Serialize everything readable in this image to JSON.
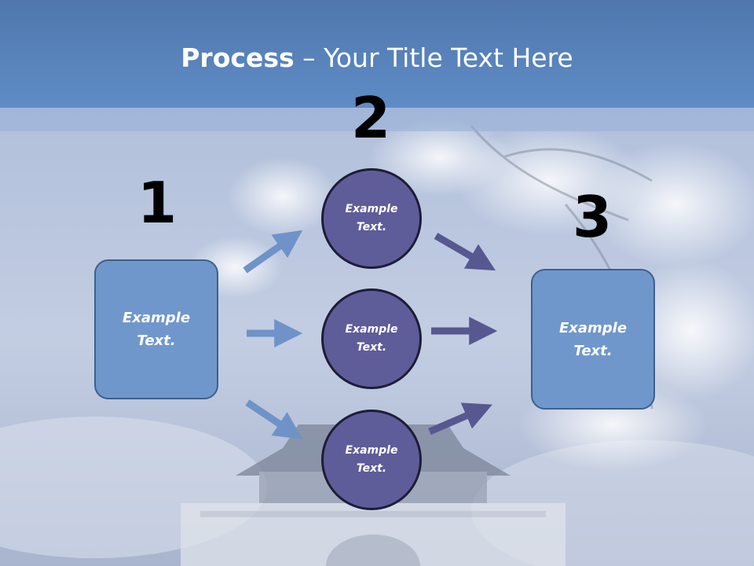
{
  "slide": {
    "title_bold": "Process",
    "title_rest": " – Your Title Text Here"
  },
  "steps": {
    "one": "1",
    "two": "2",
    "three": "3"
  },
  "boxes": {
    "left": "Example\nText.",
    "right": "Example\nText."
  },
  "circles": {
    "top": "Example\nText.",
    "middle": "Example\nText.",
    "bottom": "Example\nText."
  },
  "colors": {
    "header": "#5f8cc6",
    "box_fill": "#7097cb",
    "circle_fill": "#5f5c9a",
    "arrow_light": "#6f93c8",
    "arrow_dark": "#575890"
  }
}
